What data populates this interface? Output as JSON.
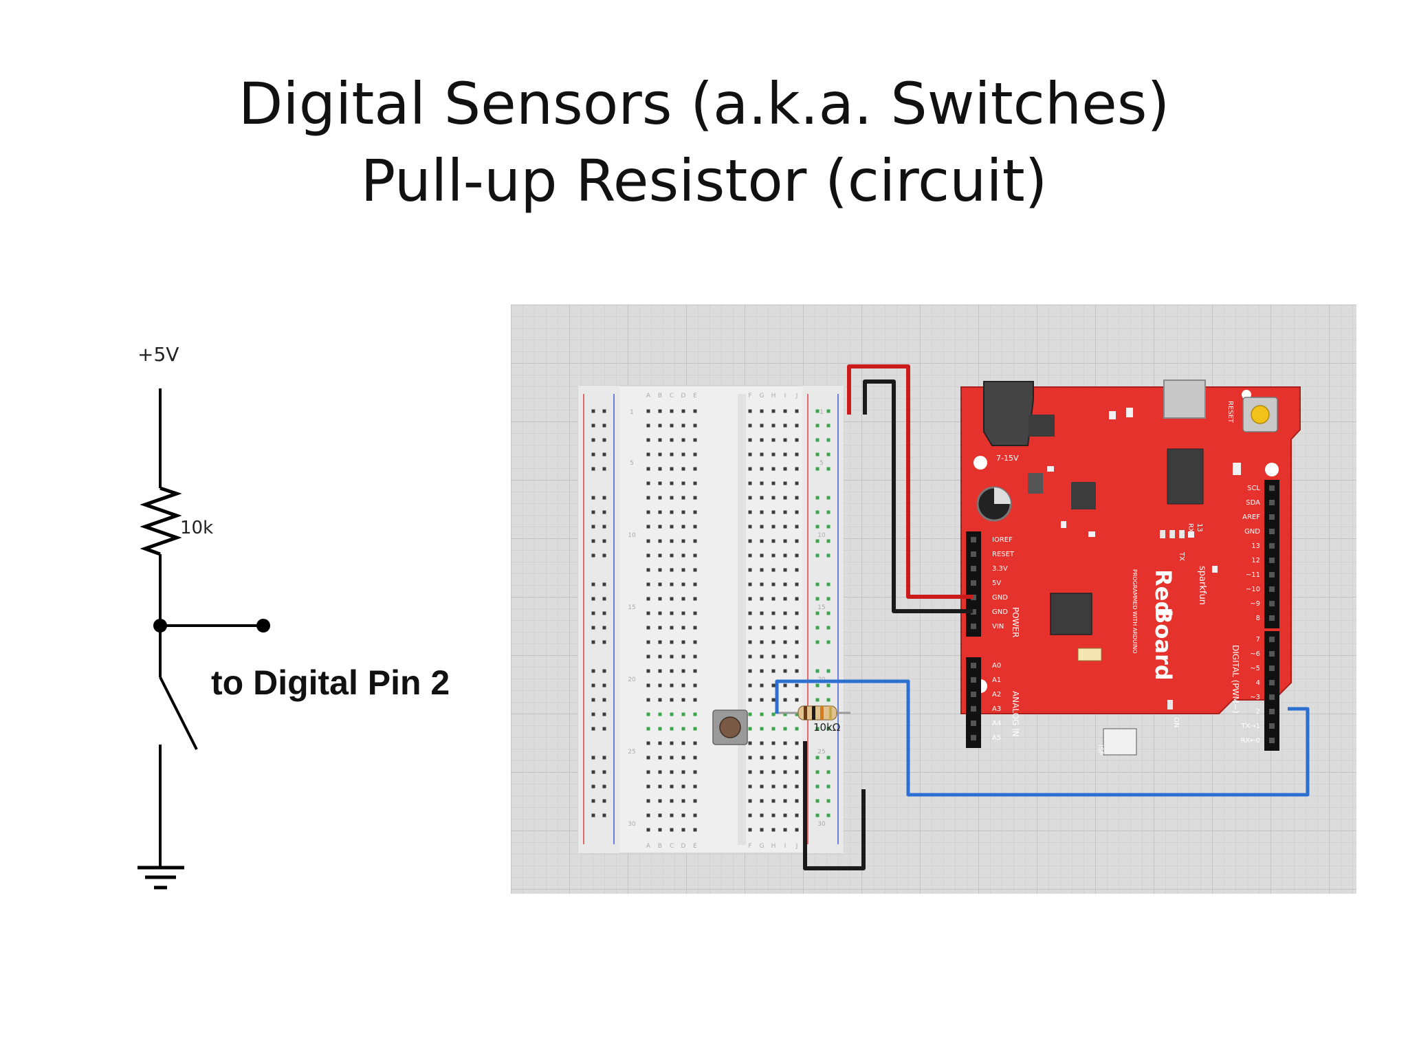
{
  "title": {
    "line1": "Digital Sensors (a.k.a. Switches)",
    "line2": "Pull-up Resistor (circuit)"
  },
  "schematic": {
    "supply_label": "+5V",
    "resistor_label": "10k",
    "pin_label": "to Digital Pin 2"
  },
  "breadboard": {
    "column_letters_left": [
      "A",
      "B",
      "C",
      "D",
      "E"
    ],
    "column_letters_right": [
      "F",
      "G",
      "H",
      "I",
      "J"
    ],
    "row_numbers": [
      "1",
      "5",
      "10",
      "15",
      "20",
      "25",
      "30"
    ],
    "resistor_label": "10kΩ"
  },
  "board": {
    "jack_label": "7-15V",
    "reset_label": "RESET",
    "left_header_labels": [
      "IOREF",
      "RESET",
      "3.3V",
      "5V",
      "GND",
      "GND",
      "VIN"
    ],
    "power_label": "POWER",
    "analog_labels": [
      "A0",
      "A1",
      "A2",
      "A3",
      "A4",
      "A5"
    ],
    "analog_label": "ANALOG IN",
    "right_top_labels": [
      "SCL",
      "SDA",
      "AREF",
      "GND",
      "13",
      "12",
      "~11",
      "~10",
      "~9",
      "8"
    ],
    "right_bottom_labels": [
      "7",
      "~6",
      "~5",
      "4",
      "~3",
      "2",
      "TX→1",
      "RX←0"
    ],
    "digital_label": "DIGITAL (PWM~)",
    "brand_label": "sparkfun",
    "logo_red": "Red",
    "logo_board": "Board",
    "logo_sub": "PROGRAMMED WITH ARDUINO",
    "isp_label": "ISP",
    "on_label": "ON",
    "led_labels": [
      "13",
      "RX",
      "TX"
    ]
  },
  "colors": {
    "board_red": "#e5322d",
    "wire_red": "#cc1b1b",
    "wire_black": "#1a1a1a",
    "wire_blue": "#2a6fd1",
    "grid_bg": "#dcdcdc"
  }
}
